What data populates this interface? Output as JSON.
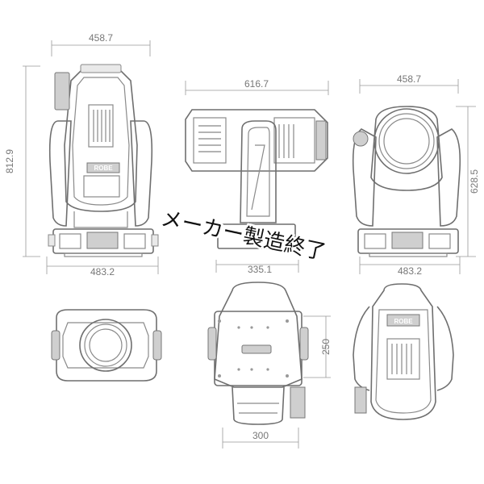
{
  "dimensions": {
    "front_width": "458.7",
    "front_height": "812.9",
    "front_base_width": "483.2",
    "side_width": "616.7",
    "side_base_width": "335.1",
    "back_width": "458.7",
    "back_height": "628.5",
    "back_base_width": "483.2",
    "bottom_height": "250",
    "bottom_width": "300"
  },
  "brand_label": "ROBE",
  "overlay_text": "メーカー製造終了",
  "colors": {
    "line": "#8a8a8a",
    "fill": "#e9e9e9",
    "text": "#111111"
  }
}
